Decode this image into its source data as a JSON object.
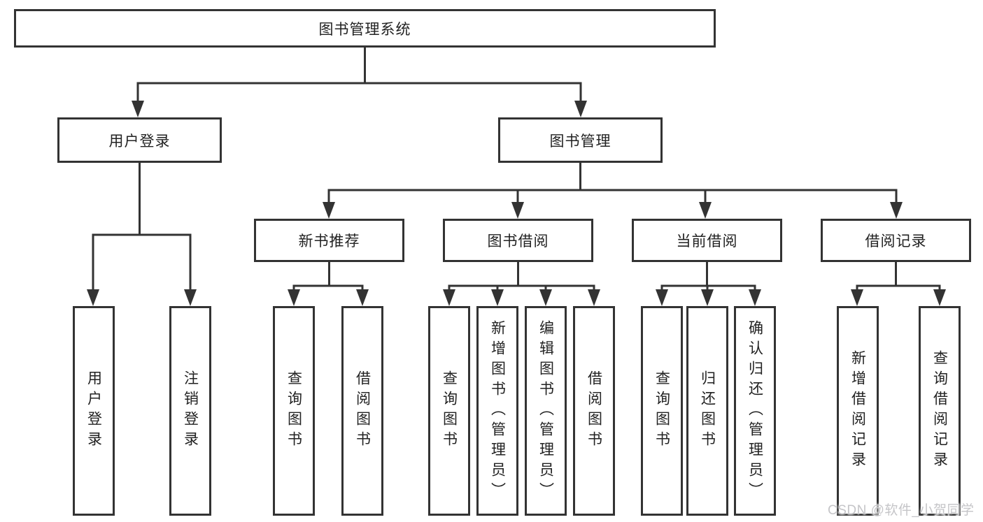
{
  "colors": {
    "line": "#333333",
    "text": "#222222",
    "box_bg": "#ffffff",
    "watermark": "#c5c5c8",
    "background": "#ffffff"
  },
  "tree": {
    "label": "图书管理系统",
    "children": [
      {
        "label": "用户登录",
        "children": [
          {
            "label": "用户登录"
          },
          {
            "label": "注销登录"
          }
        ]
      },
      {
        "label": "图书管理",
        "children": [
          {
            "label": "新书推荐",
            "children": [
              {
                "label": "查询图书"
              },
              {
                "label": "借阅图书"
              }
            ]
          },
          {
            "label": "图书借阅",
            "children": [
              {
                "label": "查询图书"
              },
              {
                "label": "新增图书（管理员）"
              },
              {
                "label": "编辑图书（管理员）"
              },
              {
                "label": "借阅图书"
              }
            ]
          },
          {
            "label": "当前借阅",
            "children": [
              {
                "label": "查询图书"
              },
              {
                "label": "归还图书"
              },
              {
                "label": "确认归还（管理员）"
              }
            ]
          },
          {
            "label": "借阅记录",
            "children": [
              {
                "label": "新增借阅记录"
              },
              {
                "label": "查询借阅记录"
              }
            ]
          }
        ]
      }
    ]
  },
  "watermark": {
    "text": "CSDN @软件_小贺同学"
  }
}
